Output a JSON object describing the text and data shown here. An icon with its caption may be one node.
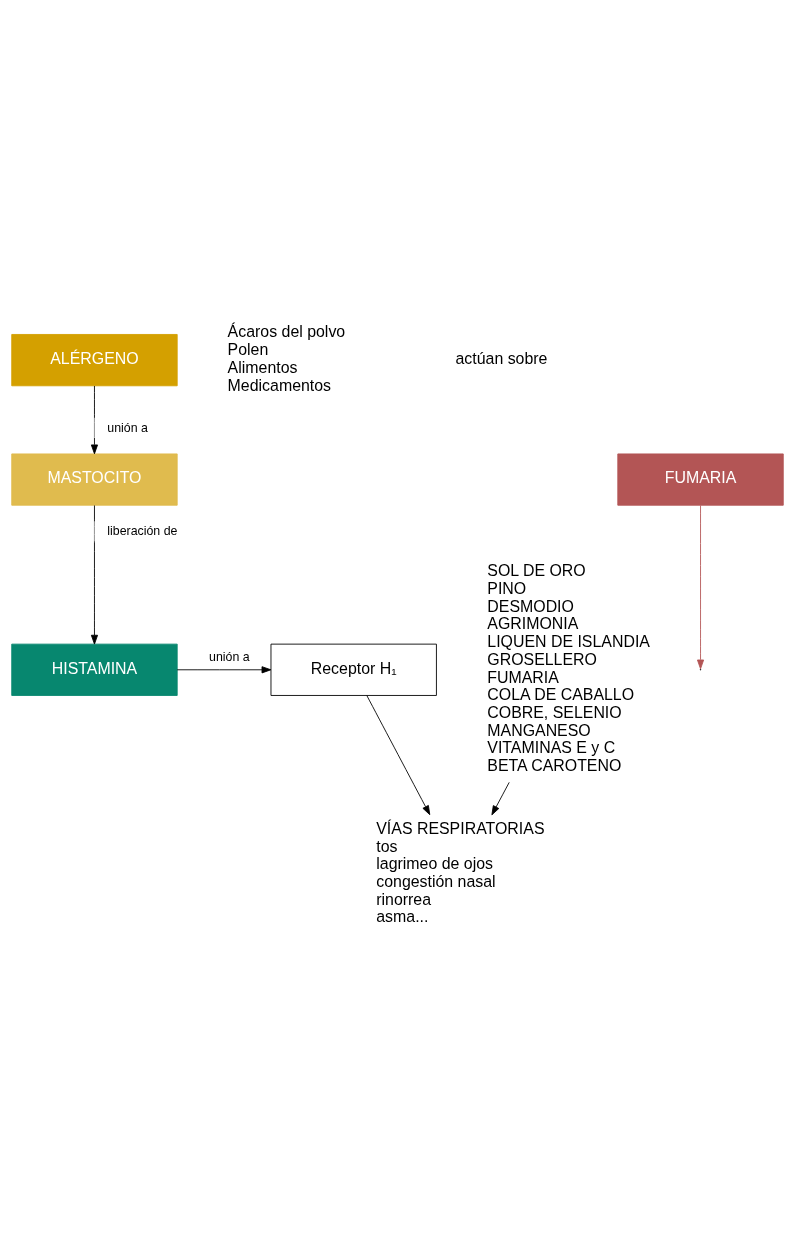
{
  "diagram": {
    "nodes": [
      {
        "text": [
          "ALÉRGENO"
        ]
      },
      {
        "text": [
          "MASTOCITO"
        ]
      },
      {
        "text": [
          "FUMARIA"
        ]
      },
      {
        "text": [
          "HISTAMINA"
        ]
      },
      {
        "text": [
          "Receptor H₁"
        ]
      },
      {
        "text": [
          "SOL DE ORO",
          "PINO",
          "DESMODIO",
          "AGRIMONIA",
          "LIQUEN DE ISLANDIA",
          "GROSELLERO",
          "FUMARIA",
          "COLA DE CABALLO",
          "COBRE, SELENIO",
          "MANGANESO",
          "VITAMINAS E y C",
          "BETA CAROTENO"
        ]
      },
      {
        "text": [
          "VÍAS RESPIRATORIAS",
          "tos",
          "lagrimeo de ojos",
          "congestión nasal",
          "rinorrea",
          "asma..."
        ]
      }
    ],
    "edges": [
      {
        "from": 0,
        "to": 1,
        "arrow": "to",
        "label": "unión a"
      },
      {
        "from": 1,
        "to": 3,
        "arrow": "to",
        "label": "liberación de"
      },
      {
        "from": 3,
        "to": 4,
        "arrow": "to",
        "label": "unión a"
      },
      {
        "from": 2,
        "to": null,
        "arrow": "to",
        "color": "#b35555"
      },
      {
        "from": 4,
        "to": 6,
        "arrow": "to"
      },
      {
        "from": 5,
        "to": 6,
        "arrow": "to"
      }
    ],
    "labels": [
      "Ácaros del polvo",
      "Polen",
      "Alimentos",
      "Medicamentos",
      "actúan sobre"
    ]
  }
}
